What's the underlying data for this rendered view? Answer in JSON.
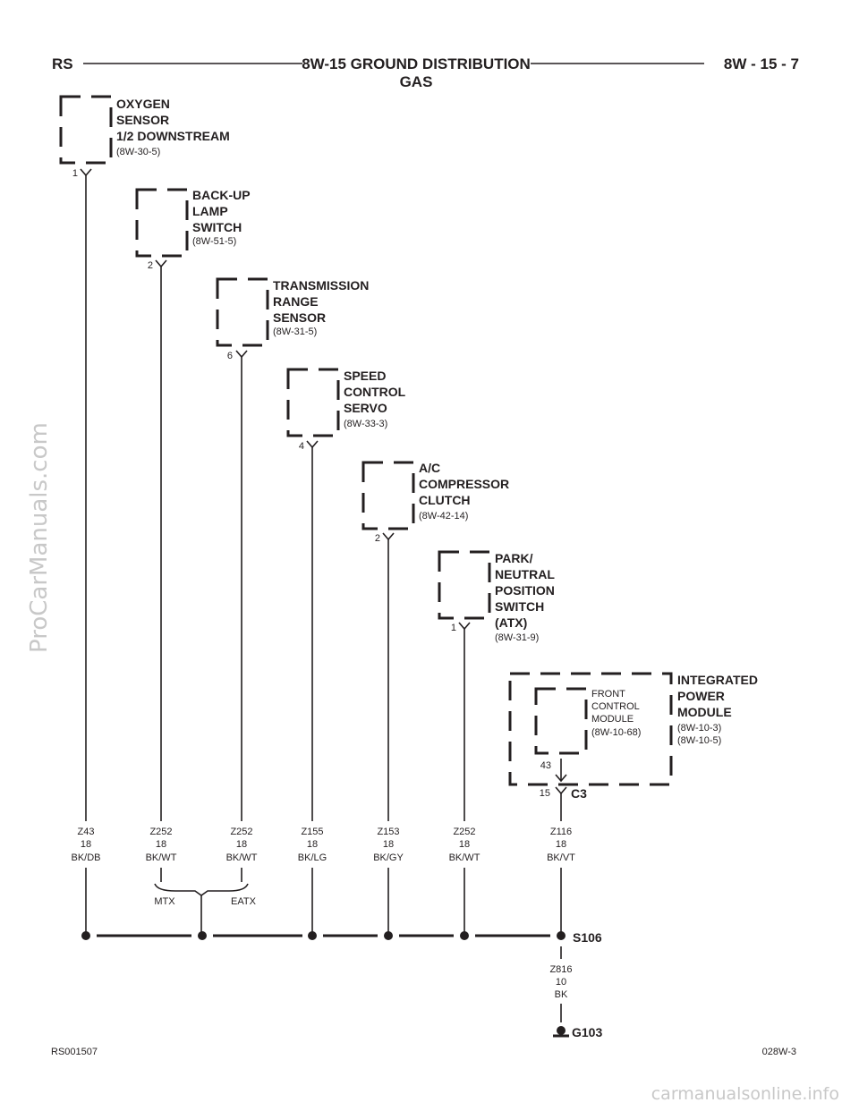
{
  "header": {
    "left": "RS",
    "title": "8W-15 GROUND DISTRIBUTION",
    "subtitle": "GAS",
    "right": "8W - 15 - 7"
  },
  "components": [
    {
      "lines": [
        "OXYGEN",
        "SENSOR",
        "1/2 DOWNSTREAM"
      ],
      "ref": "(8W-30-5)",
      "pin": "1"
    },
    {
      "lines": [
        "BACK-UP",
        "LAMP",
        "SWITCH"
      ],
      "ref": "(8W-51-5)",
      "pin": "2"
    },
    {
      "lines": [
        "TRANSMISSION",
        "RANGE",
        "SENSOR"
      ],
      "ref": "(8W-31-5)",
      "pin": "6"
    },
    {
      "lines": [
        "SPEED",
        "CONTROL",
        "SERVO"
      ],
      "ref": "(8W-33-3)",
      "pin": "4"
    },
    {
      "lines": [
        "A/C",
        "COMPRESSOR",
        "CLUTCH"
      ],
      "ref": "(8W-42-14)",
      "pin": "2"
    },
    {
      "lines": [
        "PARK/",
        "NEUTRAL",
        "POSITION",
        "SWITCH",
        "(ATX)"
      ],
      "ref": "(8W-31-9)",
      "pin": "1"
    }
  ],
  "ipm": {
    "lines": [
      "INTEGRATED",
      "POWER",
      "MODULE"
    ],
    "refs": [
      "(8W-10-3)",
      "(8W-10-5)"
    ],
    "inner": [
      "FRONT",
      "CONTROL",
      "MODULE",
      "(8W-10-68)"
    ],
    "inner_pin": "43",
    "pin": "15",
    "connector": "C3"
  },
  "wires": [
    {
      "circuit": "Z43",
      "gauge": "18",
      "color": "BK/DB"
    },
    {
      "circuit": "Z252",
      "gauge": "18",
      "color": "BK/WT"
    },
    {
      "circuit": "Z252",
      "gauge": "18",
      "color": "BK/WT"
    },
    {
      "circuit": "Z155",
      "gauge": "18",
      "color": "BK/LG"
    },
    {
      "circuit": "Z153",
      "gauge": "18",
      "color": "BK/GY"
    },
    {
      "circuit": "Z252",
      "gauge": "18",
      "color": "BK/WT"
    },
    {
      "circuit": "Z116",
      "gauge": "18",
      "color": "BK/VT"
    }
  ],
  "options": {
    "left": "MTX",
    "right": "EATX"
  },
  "splice": "S106",
  "ground_wire": {
    "circuit": "Z816",
    "gauge": "10",
    "color": "BK"
  },
  "ground": "G103",
  "footer": {
    "left": "RS001507",
    "right": "028W-3"
  },
  "watermarks": {
    "side": "ProCarManuals.com",
    "bottom": "carmanualsonline.info"
  }
}
